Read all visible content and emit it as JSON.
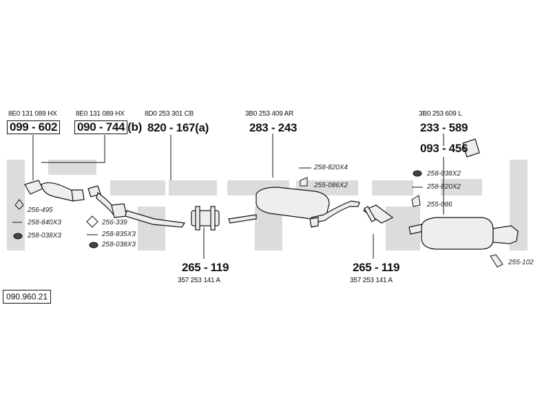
{
  "catalog_number": "090.960.21",
  "parts": [
    {
      "oe": "8E0 131 089 HX",
      "number": "099 - 602",
      "suffix": ""
    },
    {
      "oe": "8E0 131 089 HX",
      "number": "090 - 744",
      "suffix": "(b)"
    },
    {
      "oe": "8D0 253 301 CB",
      "number": "820 - 167",
      "suffix": "(a)"
    },
    {
      "oe": "3B0 253 409 AR",
      "number": "283 - 243",
      "suffix": ""
    },
    {
      "oe": "3B0 253 609 L",
      "number": "233 - 589",
      "suffix": ""
    },
    {
      "oe": "",
      "number": "093 - 456",
      "suffix": ""
    },
    {
      "oe": "357 253 141 A",
      "number": "265 - 119",
      "suffix": ""
    },
    {
      "oe": "357 253 141 A",
      "number": "265 - 119",
      "suffix": ""
    }
  ],
  "accessories": [
    {
      "label": "256-495",
      "icon": "gasket-ring-icon"
    },
    {
      "label": "258-840X3",
      "icon": "bolt-icon"
    },
    {
      "label": "258-038X3",
      "icon": "nut-icon"
    },
    {
      "label": "256-339",
      "icon": "gasket-ring-icon"
    },
    {
      "label": "258-835X3",
      "icon": "bolt-icon"
    },
    {
      "label": "258-038X3",
      "icon": "nut-icon"
    },
    {
      "label": "258-820X4",
      "icon": "bolt-icon"
    },
    {
      "label": "255-086X2",
      "icon": "rubber-mount-icon"
    },
    {
      "label": "258-038X2",
      "icon": "nut-icon"
    },
    {
      "label": "258-820X2",
      "icon": "bolt-icon"
    },
    {
      "label": "255-086",
      "icon": "rubber-mount-icon"
    },
    {
      "label": "255-102",
      "icon": "hanger-bracket-icon"
    }
  ],
  "colors": {
    "line": "#111111",
    "watermark": "#dcdcdc",
    "part_fill": "#eeeeee"
  }
}
